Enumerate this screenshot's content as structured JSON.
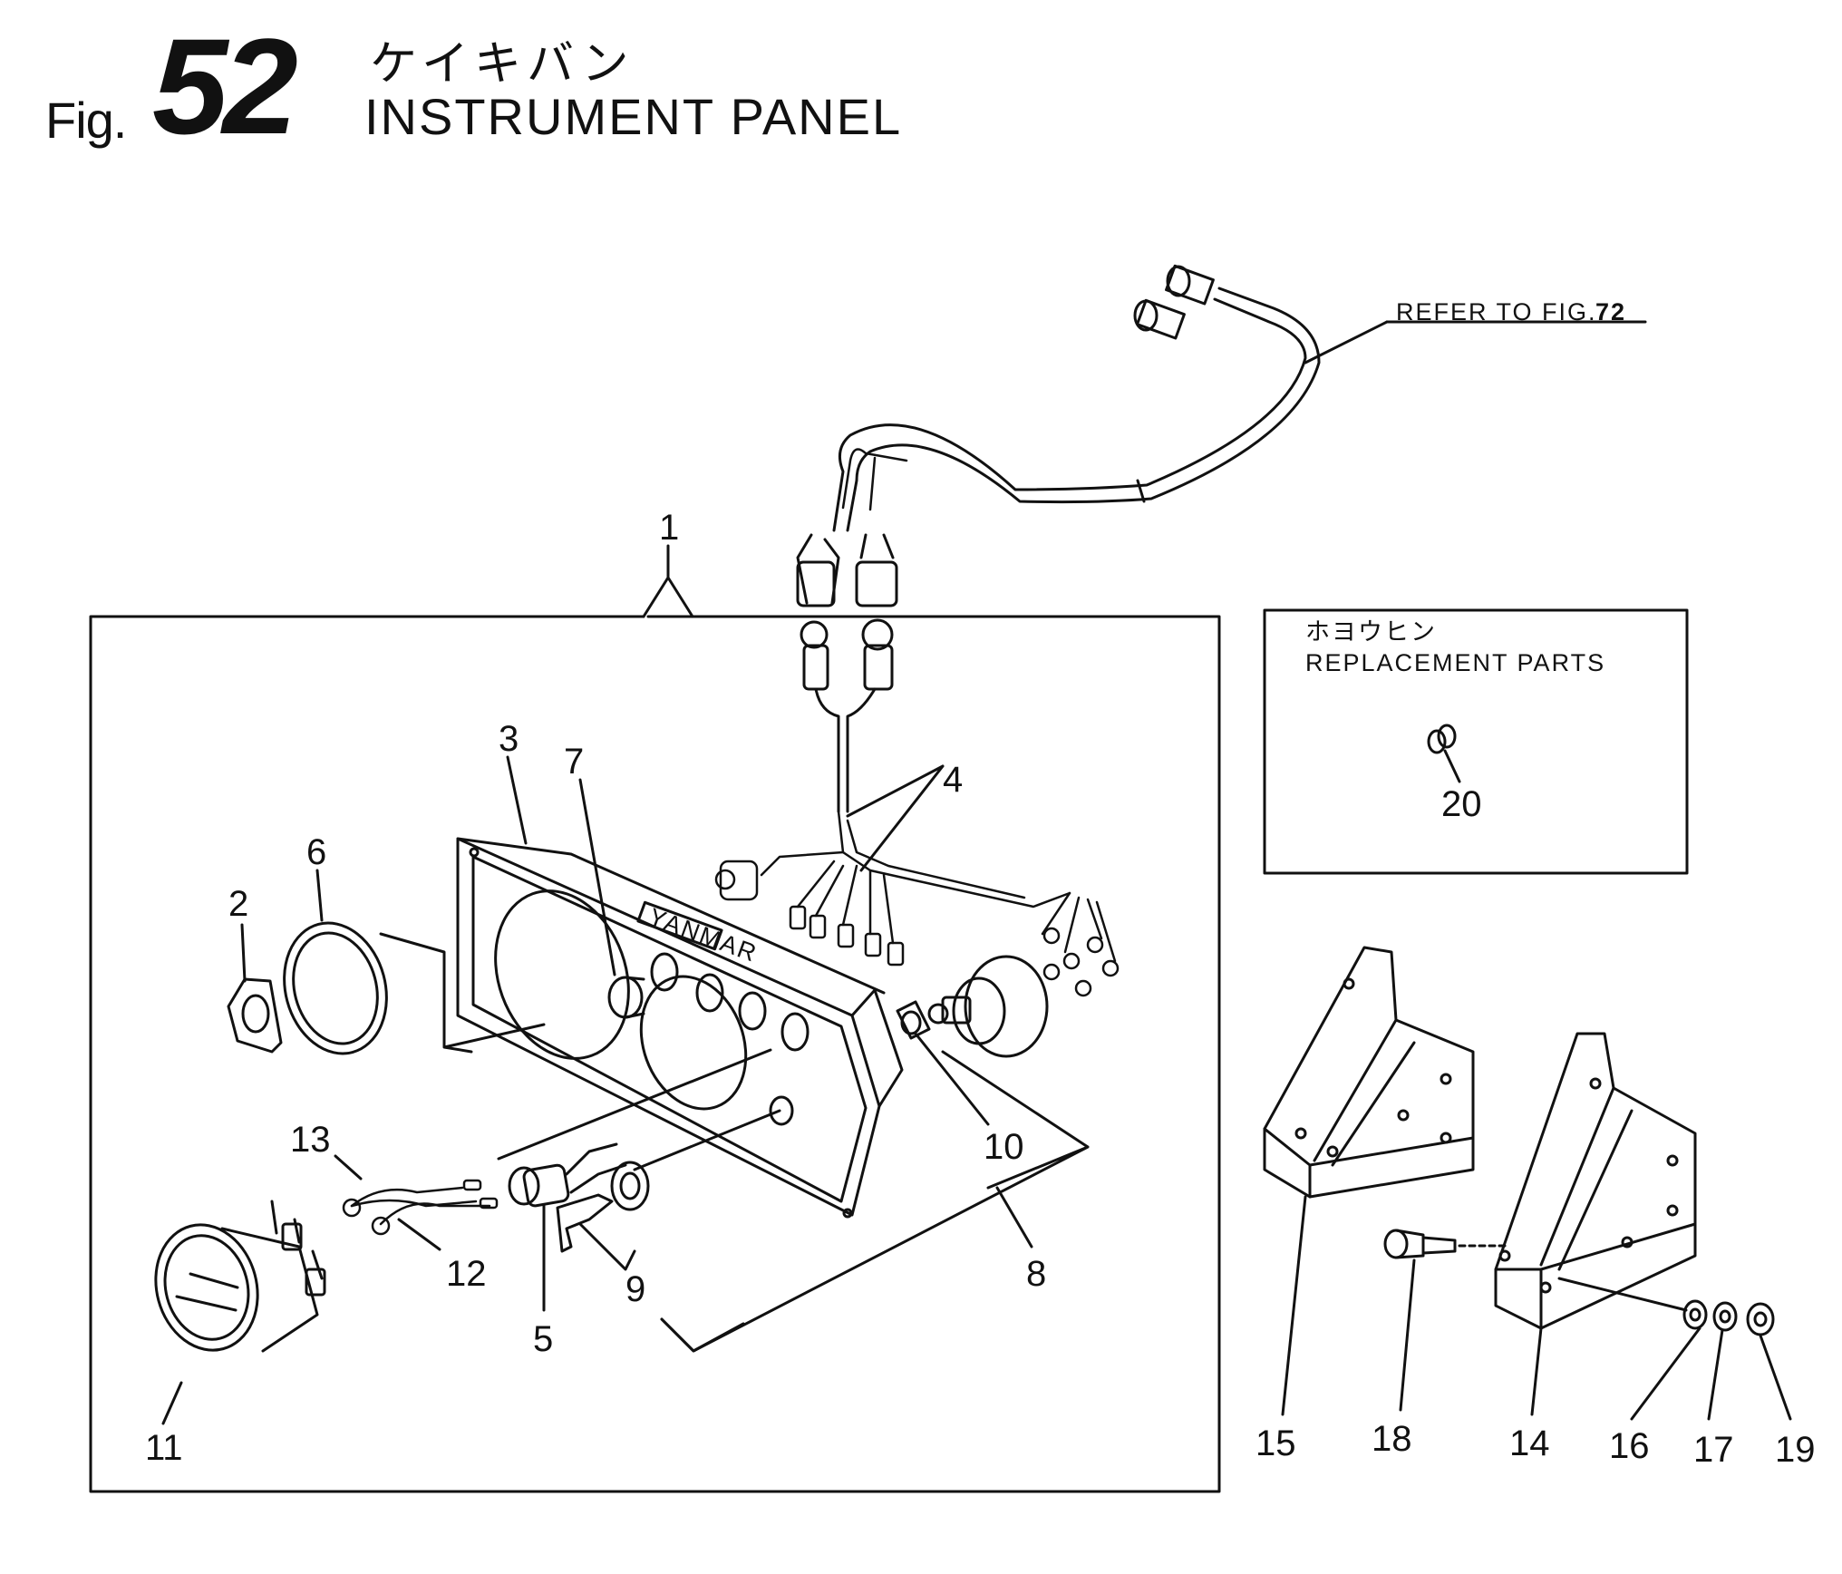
{
  "header": {
    "fig_prefix": "Fig.",
    "fig_number": "52",
    "title_jp": "ケイキバン",
    "title_en": "INSTRUMENT PANEL"
  },
  "reference": {
    "text": "REFER TO FIG.",
    "fig": "72"
  },
  "replacement_box": {
    "title_jp": "ホヨウヒン",
    "title_en": "REPLACEMENT PARTS",
    "part": "20"
  },
  "panel_brand": "YANMAR",
  "callouts": [
    "1",
    "2",
    "3",
    "4",
    "5",
    "6",
    "7",
    "8",
    "9",
    "10",
    "11",
    "12",
    "13",
    "14",
    "15",
    "16",
    "17",
    "18",
    "19",
    "20"
  ]
}
